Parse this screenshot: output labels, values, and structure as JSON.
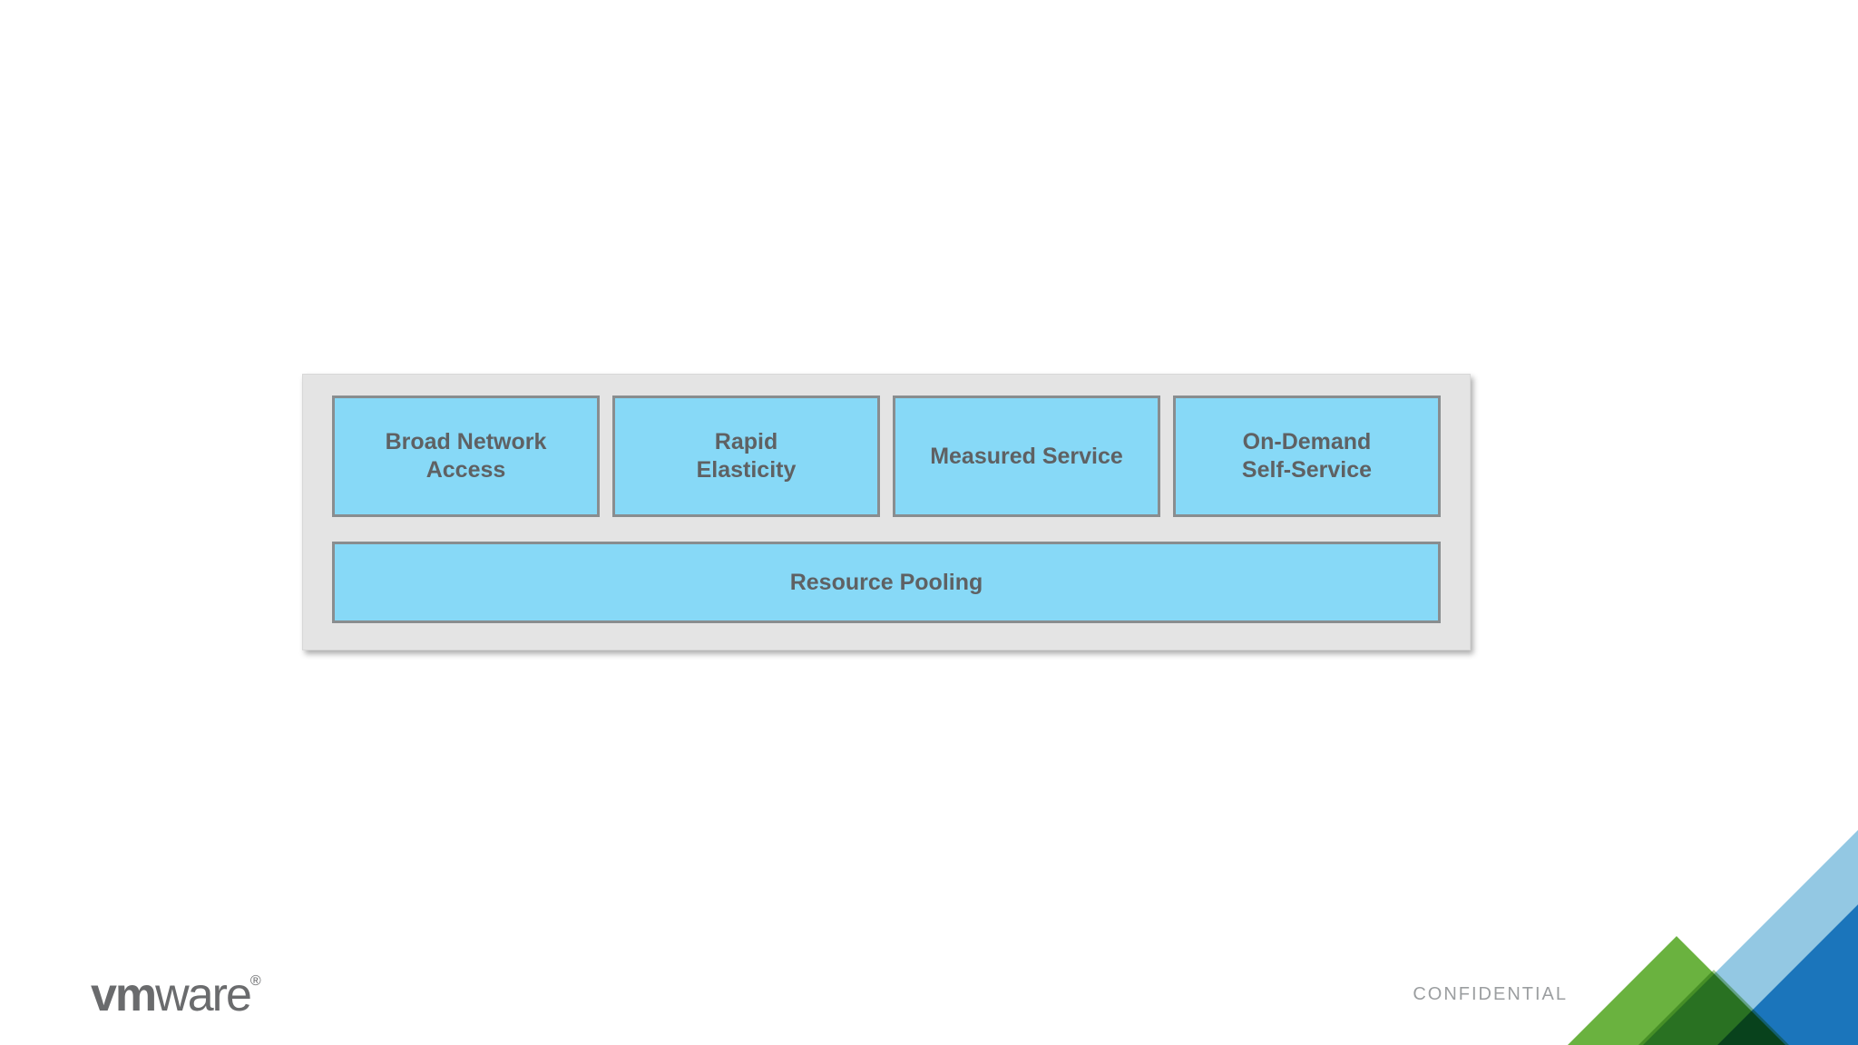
{
  "panel": {
    "boxes": [
      {
        "lines": [
          "Broad Network",
          "Access"
        ]
      },
      {
        "lines": [
          "Rapid",
          "Elasticity"
        ]
      },
      {
        "lines": [
          "Measured Service"
        ]
      },
      {
        "lines": [
          "On-Demand",
          "Self-Service"
        ]
      }
    ],
    "bottom_box": {
      "lines": [
        "Resource Pooling"
      ]
    }
  },
  "footer": {
    "logo_bold": "vm",
    "logo_light": "ware",
    "logo_trademark": "®",
    "confidential": "CONFIDENTIAL"
  },
  "colors": {
    "panel_bg": "#e4e4e4",
    "box_fill": "#87d9f7",
    "box_border": "#898d8f",
    "label_text": "#5f6163",
    "logo_gray": "#6a6b6d",
    "confidential_gray": "#9b9ea0",
    "corner_light_green": "#6ab23f",
    "corner_overlay_green": "#a9cd97",
    "corner_light_blue": "#93c8e3",
    "corner_dark_blue": "#1b75bb"
  }
}
